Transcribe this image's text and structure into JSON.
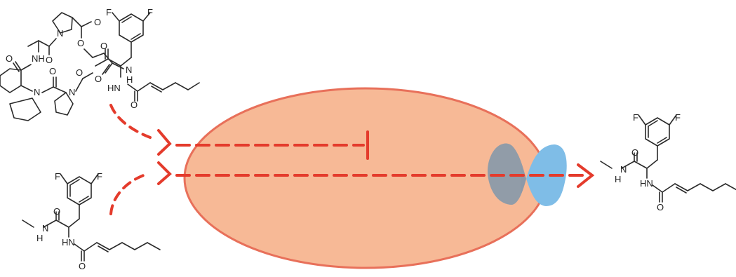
{
  "atoms": {
    "fluorine": "F",
    "oxygen": "O",
    "nitrogen": "N",
    "amide_nh": "NH",
    "hn": "HN",
    "hydrogen": "H"
  },
  "colors": {
    "cell_fill": "#f7b996",
    "cell_stroke": "#e8705a",
    "arrow": "#e43b2c",
    "transporter": "#7fbde7",
    "transporter_overlap": "#8a98a8",
    "bond": "#2a2a2a"
  },
  "diagram": {
    "inputs": [
      "cyclic-depsipeptide",
      "linear-amide"
    ],
    "output": "linear-amide",
    "inhibited_pathway": "cyclic-depsipeptide",
    "transported_pathway": "linear-amide"
  }
}
